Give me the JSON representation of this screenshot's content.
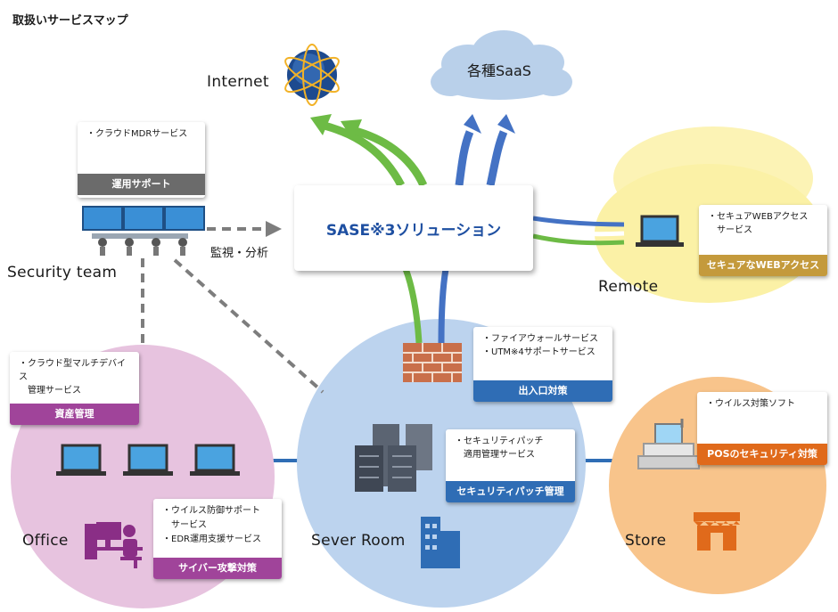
{
  "title": "取扱いサービスマップ",
  "internet_label": "Internet",
  "saas_label": "各種SaaS",
  "sase_label": "SASE※3ソリューション",
  "monitor_label": "監視・分析",
  "security_team": {
    "label": "Security team",
    "card": {
      "items": [
        "・クラウドMDRサービス"
      ],
      "footer": "運用サポート"
    }
  },
  "remote": {
    "label": "Remote",
    "card": {
      "items": [
        "・セキュアWEBアクセス",
        "　サービス"
      ],
      "footer": "セキュアなWEBアクセス"
    }
  },
  "office": {
    "label": "Office",
    "card_top": {
      "items": [
        "・クラウド型マルチデバイス",
        "　管理サービス"
      ],
      "footer": "資産管理"
    },
    "card_bottom": {
      "items": [
        "・ウイルス防御サポート",
        "　サービス",
        "・EDR運用支援サービス"
      ],
      "footer": "サイバー攻撃対策"
    }
  },
  "server": {
    "label": "Sever Room",
    "card_firewall": {
      "items": [
        "・ファイアウォールサービス",
        "・UTM※4サポートサービス"
      ],
      "footer": "出入口対策"
    },
    "card_patch": {
      "items": [
        "・セキュリティパッチ",
        "　適用管理サービス"
      ],
      "footer": "セキュリティパッチ管理"
    }
  },
  "store": {
    "label": "Store",
    "card": {
      "items": [
        "・ウイルス対策ソフト"
      ],
      "footer": "POSのセキュリティ対策"
    }
  },
  "colors": {
    "gray_footer": "#6b6b6b",
    "blue_footer": "#2f6db5",
    "gold_footer": "#c49a3c",
    "purple_footer": "#a0449a",
    "orange_footer": "#e06a1b",
    "arrow_green": "#6dbb45",
    "arrow_blue": "#4472c4"
  }
}
